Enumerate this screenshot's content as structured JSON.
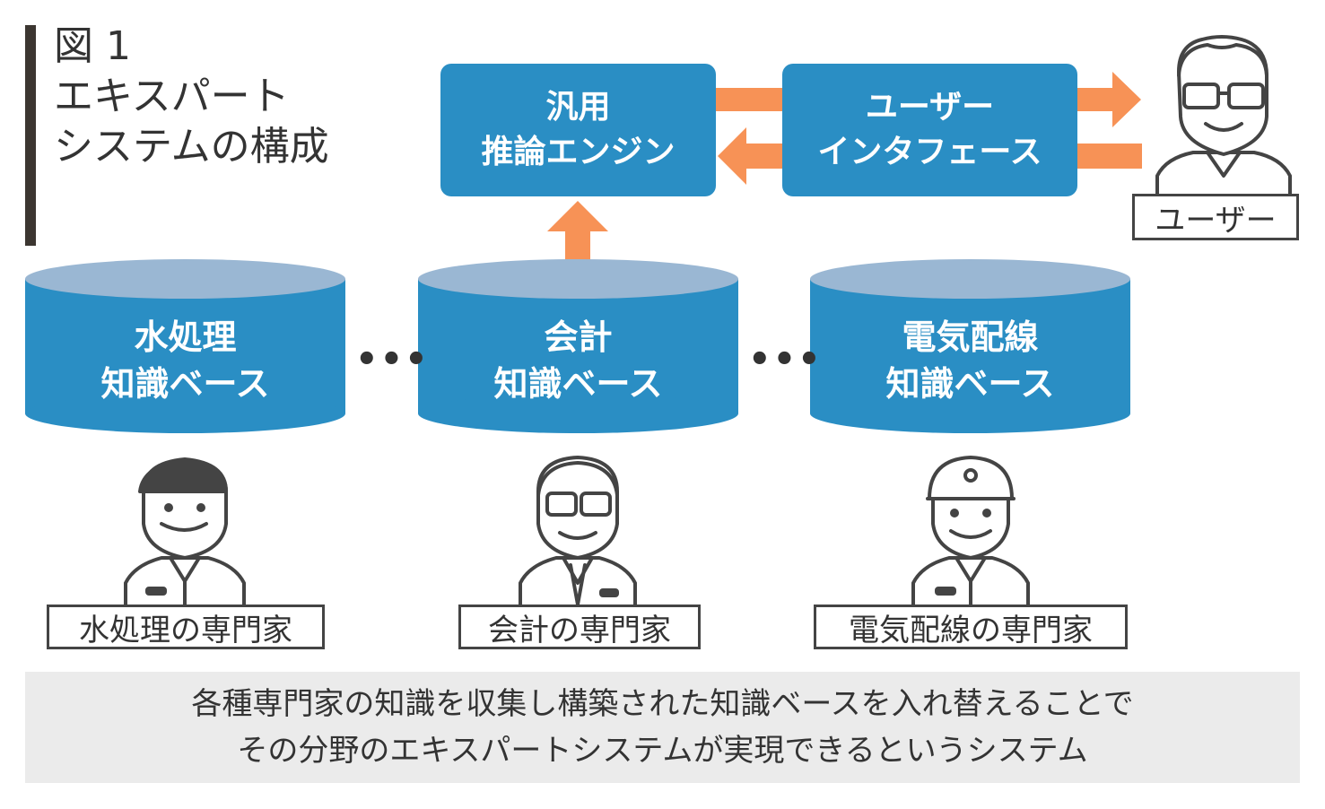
{
  "figure": {
    "title_lines": [
      "図 1",
      "エキスパート",
      "システムの構成"
    ]
  },
  "engine": {
    "lines": [
      "汎用",
      "推論エンジン"
    ]
  },
  "interface": {
    "lines": [
      "ユーザー",
      "インタフェース"
    ]
  },
  "user": {
    "label": "ユーザー"
  },
  "knowledge_bases": [
    {
      "lines": [
        "水処理",
        "知識ベース"
      ],
      "expert": "水処理の専門家"
    },
    {
      "lines": [
        "会計",
        "知識ベース"
      ],
      "expert": "会計の専門家"
    },
    {
      "lines": [
        "電気配線",
        "知識ベース"
      ],
      "expert": "電気配線の専門家"
    }
  ],
  "ellipsis": "•••",
  "caption": {
    "lines": [
      "各種専門家の知識を収集し構築された知識ベースを入れ替えることで",
      "その分野のエキスパートシステムが実現できるというシステム"
    ]
  },
  "colors": {
    "box_blue": "#2a8ec4",
    "cylinder_top": "#9ab7d3",
    "arrow_orange": "#f79256",
    "text_dark": "#333333",
    "caption_bg": "#ebebeb"
  }
}
